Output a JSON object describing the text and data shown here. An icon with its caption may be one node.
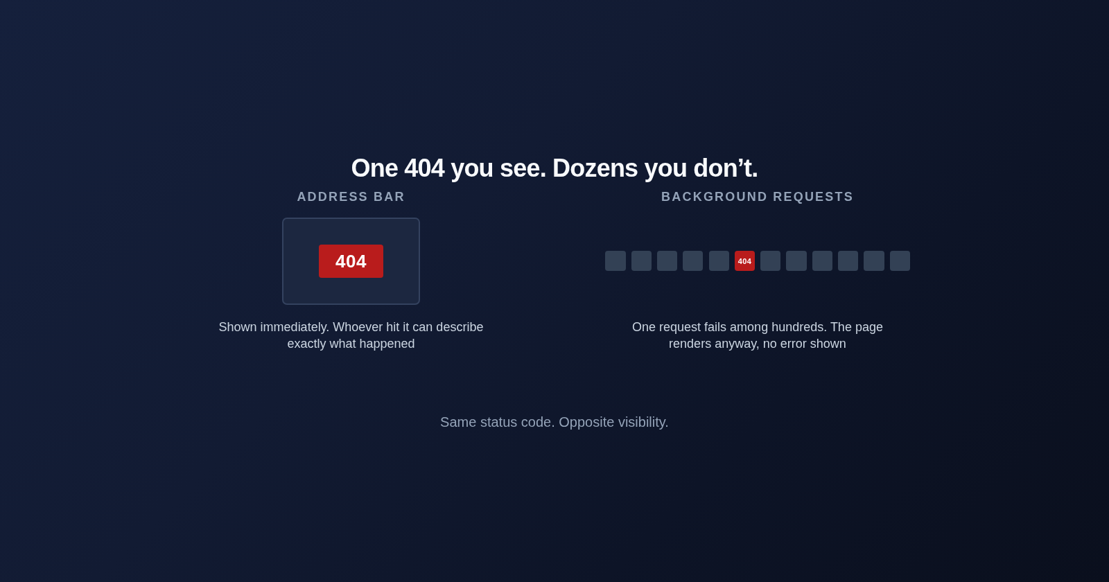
{
  "diagram": {
    "title": "One 404 you see. Dozens you don’t.",
    "nodes": [
      {
        "text": [
          "ADDRESS BAR"
        ],
        "beside": [
          "Shown immediately. Whoever hit it can describe exactly what happened"
        ]
      },
      {
        "text": [
          "404"
        ],
        "in": 0
      },
      {
        "text": [],
        "shape": "box"
      },
      {
        "text": [],
        "shape": "box"
      },
      {
        "text": [],
        "shape": "box"
      },
      {
        "text": [],
        "shape": "box"
      },
      {
        "text": [],
        "shape": "box"
      },
      {
        "text": [
          "404"
        ]
      },
      {
        "text": [],
        "shape": "box"
      },
      {
        "text": [],
        "shape": "box"
      },
      {
        "text": [],
        "shape": "box"
      },
      {
        "text": [],
        "shape": "box"
      },
      {
        "text": [],
        "shape": "box"
      },
      {
        "text": [],
        "shape": "box"
      }
    ],
    "labels": [
      "BACKGROUND REQUESTS",
      "One request fails among hundreds. The page renders anyway, no error shown"
    ],
    "caption": "Same status code. Opposite visibility."
  }
}
